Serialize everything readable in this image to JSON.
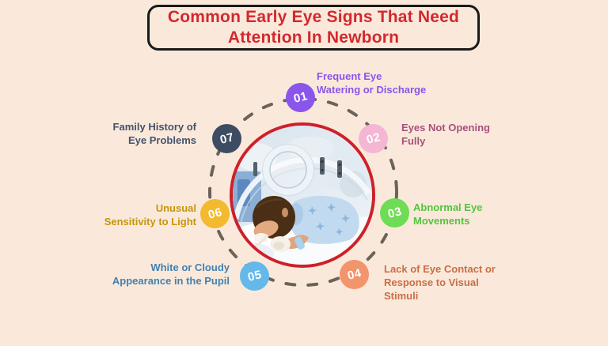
{
  "page": {
    "background_color": "#FAE9DB"
  },
  "title": {
    "text": "Common Early Eye Signs That Need\nAttention In Newborn",
    "text_color": "#D3282E",
    "border_color": "#1A1A1A"
  },
  "center_image": {
    "icon": "newborn-incubator-photo",
    "ring_color": "#CE2029"
  },
  "diagram": {
    "dash_color": "#6B6359",
    "number_text_color": "#FFFFFF",
    "items": [
      {
        "number": "01",
        "label": "Frequent Eye\nWatering or Discharge",
        "circle_color": "#8A55EA",
        "label_color": "#8A55EA"
      },
      {
        "number": "02",
        "label": "Eyes Not Opening\nFully",
        "circle_color": "#F4B6D3",
        "label_color": "#A8507D"
      },
      {
        "number": "03",
        "label": "Abnormal Eye\nMovements",
        "circle_color": "#6FDC55",
        "label_color": "#52C53C"
      },
      {
        "number": "04",
        "label": "Lack of Eye Contact or\nResponse to Visual\nStimuli",
        "circle_color": "#F2946C",
        "label_color": "#CB6E44"
      },
      {
        "number": "05",
        "label": "White or Cloudy\nAppearance in the Pupil",
        "circle_color": "#64B8EA",
        "label_color": "#4181B2"
      },
      {
        "number": "06",
        "label": "Unusual\nSensitivity to Light",
        "circle_color": "#F3B92F",
        "label_color": "#C6950C"
      },
      {
        "number": "07",
        "label": "Family History of\nEye Problems",
        "circle_color": "#3D4C63",
        "label_color": "#44526B"
      }
    ]
  }
}
